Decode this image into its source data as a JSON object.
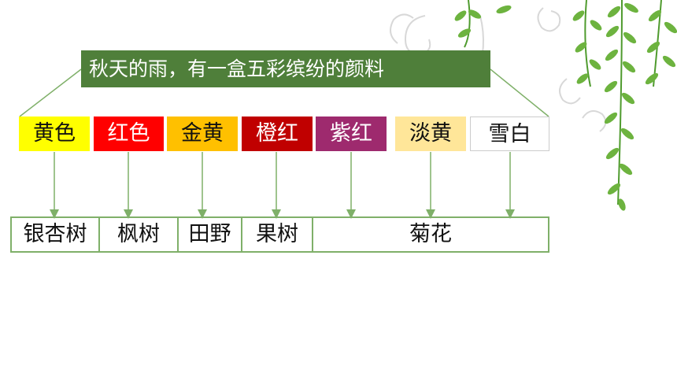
{
  "title": "秋天的雨，有一盒五彩缤纷的颜料",
  "colors": [
    {
      "label": "黄色",
      "bg": "#ffff00",
      "fg": "#111111"
    },
    {
      "label": "红色",
      "bg": "#ff0000",
      "fg": "#ffffff"
    },
    {
      "label": "金黄",
      "bg": "#ffc000",
      "fg": "#111111"
    },
    {
      "label": "橙红",
      "bg": "#c00000",
      "fg": "#ffffff"
    },
    {
      "label": "紫红",
      "bg": "#9e2a6e",
      "fg": "#ffffff"
    },
    {
      "label": "淡黄",
      "bg": "#ffe699",
      "fg": "#111111"
    },
    {
      "label": "雪白",
      "bg": "#ffffff",
      "fg": "#111111"
    }
  ],
  "objects": [
    "银杏树",
    "枫树",
    "田野",
    "果树",
    "菊花"
  ],
  "accent_color": "#7fb069"
}
